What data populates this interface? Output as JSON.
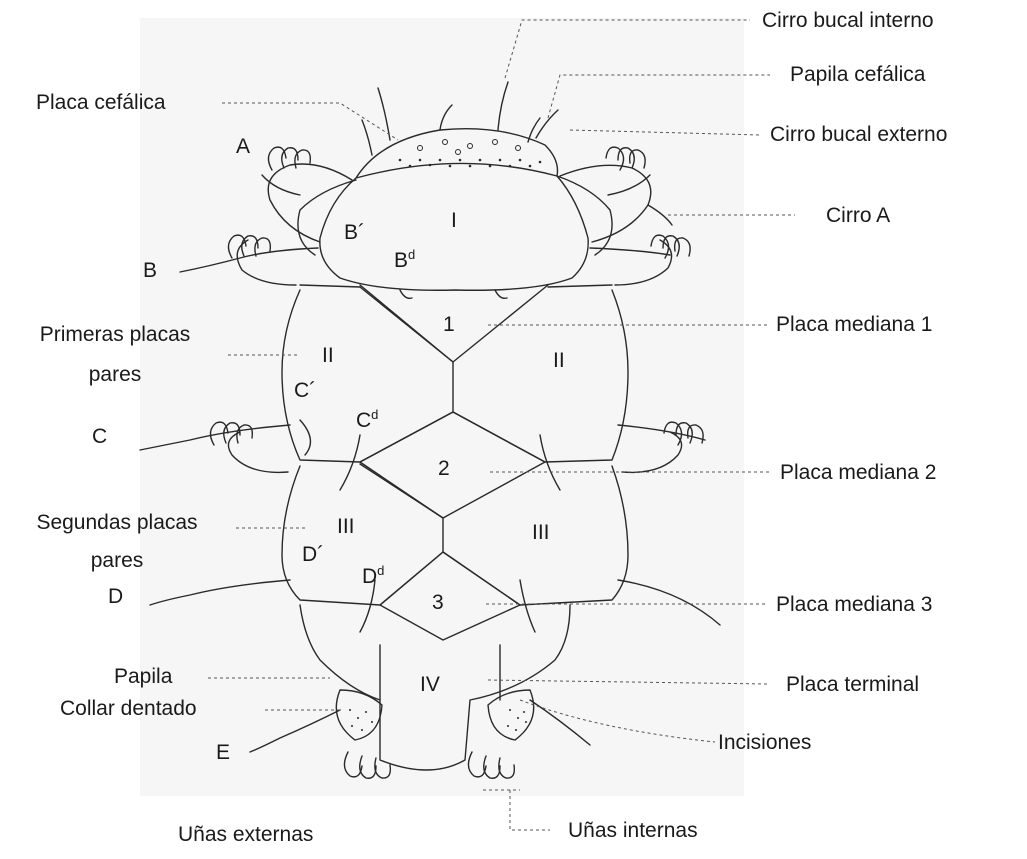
{
  "labels": {
    "cirro_bucal_interno": "Cirro bucal interno",
    "papila_cefalica": "Papila cefálica",
    "placa_cefalica": "Placa cefálica",
    "cirro_bucal_externo": "Cirro bucal externo",
    "cirro_a": "Cirro A",
    "placa_mediana_1": "Placa mediana 1",
    "primeras_placas_pares_1": "Primeras placas",
    "primeras_placas_pares_2": "pares",
    "placa_mediana_2": "Placa mediana 2",
    "segundas_placas_pares_1": "Segundas placas",
    "segundas_placas_pares_2": "pares",
    "placa_mediana_3": "Placa mediana 3",
    "papila": "Papila",
    "collar_dentado": "Collar dentado",
    "placa_terminal": "Placa terminal",
    "incisiones": "Incisiones",
    "unas_externas": "Uñas externas",
    "unas_internas": "Uñas internas"
  },
  "cirri": {
    "a": "A",
    "b": "B",
    "c": "C",
    "d": "D",
    "e": "E"
  },
  "plates": {
    "I": "I",
    "II_left": "II",
    "II_right": "II",
    "III_left": "III",
    "III_right": "III",
    "IV": "IV",
    "m1": "1",
    "m2": "2",
    "m3": "3",
    "b_prime": "B´",
    "b_d_base": "B",
    "b_d_sup": "d",
    "c_prime": "C´",
    "c_d_base": "C",
    "c_d_sup": "d",
    "d_prime": "D´",
    "d_d_base": "D",
    "d_d_sup": "d"
  },
  "colors": {
    "line": "#2a2a2a",
    "leader": "#555555",
    "background": "#f6f6f6"
  }
}
